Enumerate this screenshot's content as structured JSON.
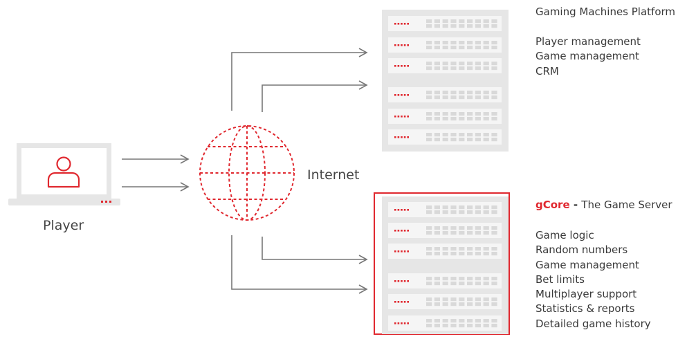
{
  "labels": {
    "player": "Player",
    "internet": "Internet"
  },
  "platform": {
    "title": "Gaming Machines Platform",
    "items": [
      "Player management",
      "Game management",
      "CRM"
    ]
  },
  "gcore": {
    "brand": "gCore",
    "separator": " - ",
    "subtitle": "The Game Server",
    "items": [
      "Game logic",
      "Random numbers",
      "Game management",
      "Bet limits",
      "Multiplayer support",
      "Statistics & reports",
      "Detailed game history"
    ]
  },
  "colors": {
    "accent": "#e0282f",
    "rack_gray": "#e6e6e6",
    "rack_unit": "#f5f5f5",
    "connector": "#777777"
  },
  "icons": [
    "laptop-icon",
    "user-icon",
    "globe-icon",
    "server-rack-icon",
    "arrow-right-icon"
  ]
}
